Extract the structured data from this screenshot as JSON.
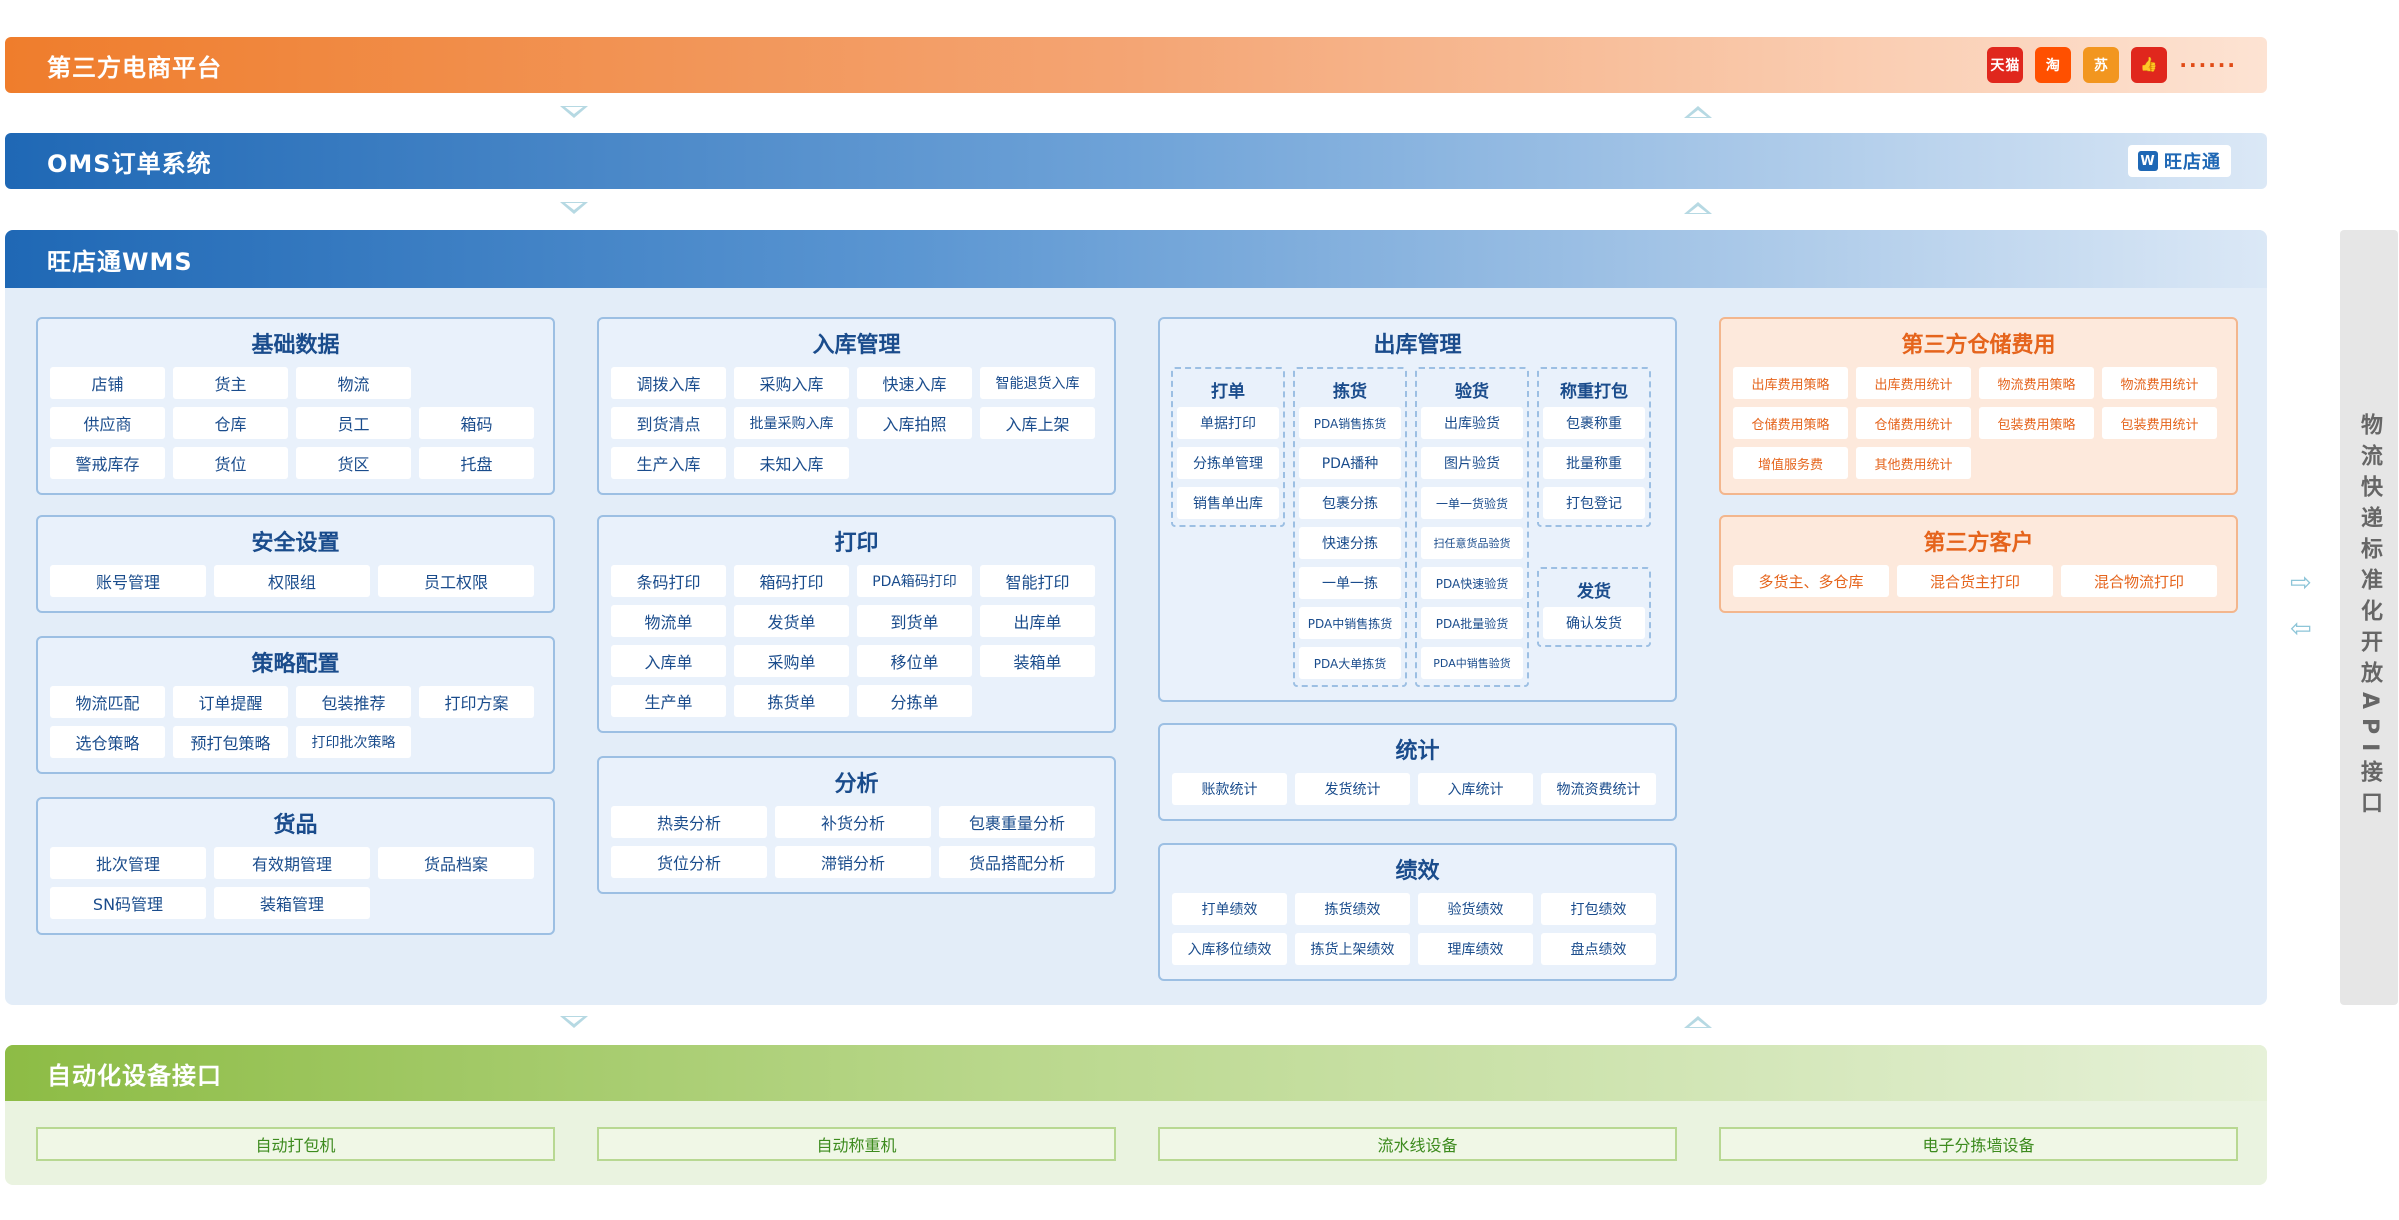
{
  "platform": {
    "title": "第三方电商平台",
    "icons": [
      {
        "name": "tmall-icon",
        "text": "天猫",
        "color": "#e0271d"
      },
      {
        "name": "taobao-icon",
        "text": "淘",
        "color": "#ff5000"
      },
      {
        "name": "suning-icon",
        "text": "苏",
        "color": "#f2961f"
      },
      {
        "name": "thumb-icon",
        "text": "👍",
        "color": "#e0271d"
      }
    ],
    "more": "······"
  },
  "oms": {
    "title": "OMS订单系统",
    "logo_text": "旺店通",
    "logo_mark": "W"
  },
  "wms": {
    "title": "旺店通WMS",
    "basic": {
      "title": "基础数据",
      "items": [
        "店铺",
        "货主",
        "物流",
        "供应商",
        "仓库",
        "员工",
        "箱码",
        "警戒库存",
        "货位",
        "货区",
        "托盘"
      ]
    },
    "security": {
      "title": "安全设置",
      "items": [
        "账号管理",
        "权限组",
        "员工权限"
      ]
    },
    "strategy": {
      "title": "策略配置",
      "items": [
        "物流匹配",
        "订单提醒",
        "包装推荐",
        "打印方案",
        "选仓策略",
        "预打包策略",
        "打印批次策略"
      ]
    },
    "goods": {
      "title": "货品",
      "items": [
        "批次管理",
        "有效期管理",
        "货品档案",
        "SN码管理",
        "装箱管理"
      ]
    },
    "inbound": {
      "title": "入库管理",
      "items": [
        "调拨入库",
        "采购入库",
        "快速入库",
        "智能退货入库",
        "到货清点",
        "批量采购入库",
        "入库拍照",
        "入库上架",
        "生产入库",
        "未知入库"
      ]
    },
    "print": {
      "title": "打印",
      "items": [
        "条码打印",
        "箱码打印",
        "PDA箱码打印",
        "智能打印",
        "物流单",
        "发货单",
        "到货单",
        "出库单",
        "入库单",
        "采购单",
        "移位单",
        "装箱单",
        "生产单",
        "拣货单",
        "分拣单"
      ]
    },
    "analysis": {
      "title": "分析",
      "items": [
        "热卖分析",
        "补货分析",
        "包裹重量分析",
        "货位分析",
        "滞销分析",
        "货品搭配分析"
      ]
    },
    "outbound": {
      "title": "出库管理",
      "print_col": {
        "title": "打单",
        "items": [
          "单据打印",
          "分拣单管理",
          "销售单出库"
        ]
      },
      "pick_col": {
        "title": "拣货",
        "items": [
          "PDA销售拣货",
          "PDA播种",
          "包裹分拣",
          "快速分拣",
          "一单一拣",
          "PDA中销售拣货",
          "PDA大单拣货"
        ]
      },
      "check_col": {
        "title": "验货",
        "items": [
          "出库验货",
          "图片验货",
          "一单一货验货",
          "扫任意货品验货",
          "PDA快速验货",
          "PDA批量验货",
          "PDA中销售验货"
        ]
      },
      "weigh_col": {
        "title": "称重打包",
        "items": [
          "包裹称重",
          "批量称重",
          "打包登记"
        ]
      },
      "ship_col": {
        "title": "发货",
        "items": [
          "确认发货"
        ]
      }
    },
    "stats": {
      "title": "统计",
      "items": [
        "账款统计",
        "发货统计",
        "入库统计",
        "物流资费统计"
      ]
    },
    "perf": {
      "title": "绩效",
      "items": [
        "打单绩效",
        "拣货绩效",
        "验货绩效",
        "打包绩效",
        "入库移位绩效",
        "拣货上架绩效",
        "理库绩效",
        "盘点绩效"
      ]
    },
    "fees": {
      "title": "第三方仓储费用",
      "items": [
        "出库费用策略",
        "出库费用统计",
        "物流费用策略",
        "物流费用统计",
        "仓储费用策略",
        "仓储费用统计",
        "包装费用策略",
        "包装费用统计",
        "增值服务费",
        "其他费用统计"
      ]
    },
    "customer": {
      "title": "第三方客户",
      "items": [
        "多货主、多仓库",
        "混合货主打印",
        "混合物流打印"
      ]
    }
  },
  "api": {
    "text": "物流快递标准化开放API接口",
    "arrow_in": "⇨",
    "arrow_out": "⇦"
  },
  "automation": {
    "title": "自动化设备接口",
    "items": [
      "自动打包机",
      "自动称重机",
      "流水线设备",
      "电子分拣墙设备"
    ]
  }
}
